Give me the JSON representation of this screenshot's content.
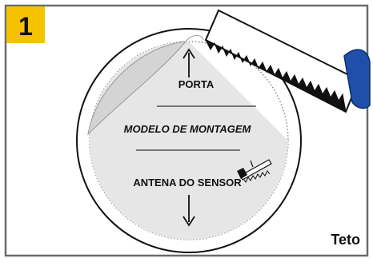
{
  "step_badge": {
    "number": "1",
    "color": "#f5c200"
  },
  "template": {
    "top_label": "PORTA",
    "middle_label": "MODELO DE MONTAGEM",
    "bottom_label": "ANTENA DO SENSOR"
  },
  "surface_label": "Teto",
  "icons": [
    "saw-icon",
    "small-saw-icon",
    "arrow-up-icon",
    "arrow-down-icon"
  ],
  "colors": {
    "frame": "#6b6b6b",
    "disc_fill": "#e6e6e6",
    "saw_handle": "#1f4fa8",
    "ink": "#111111"
  }
}
